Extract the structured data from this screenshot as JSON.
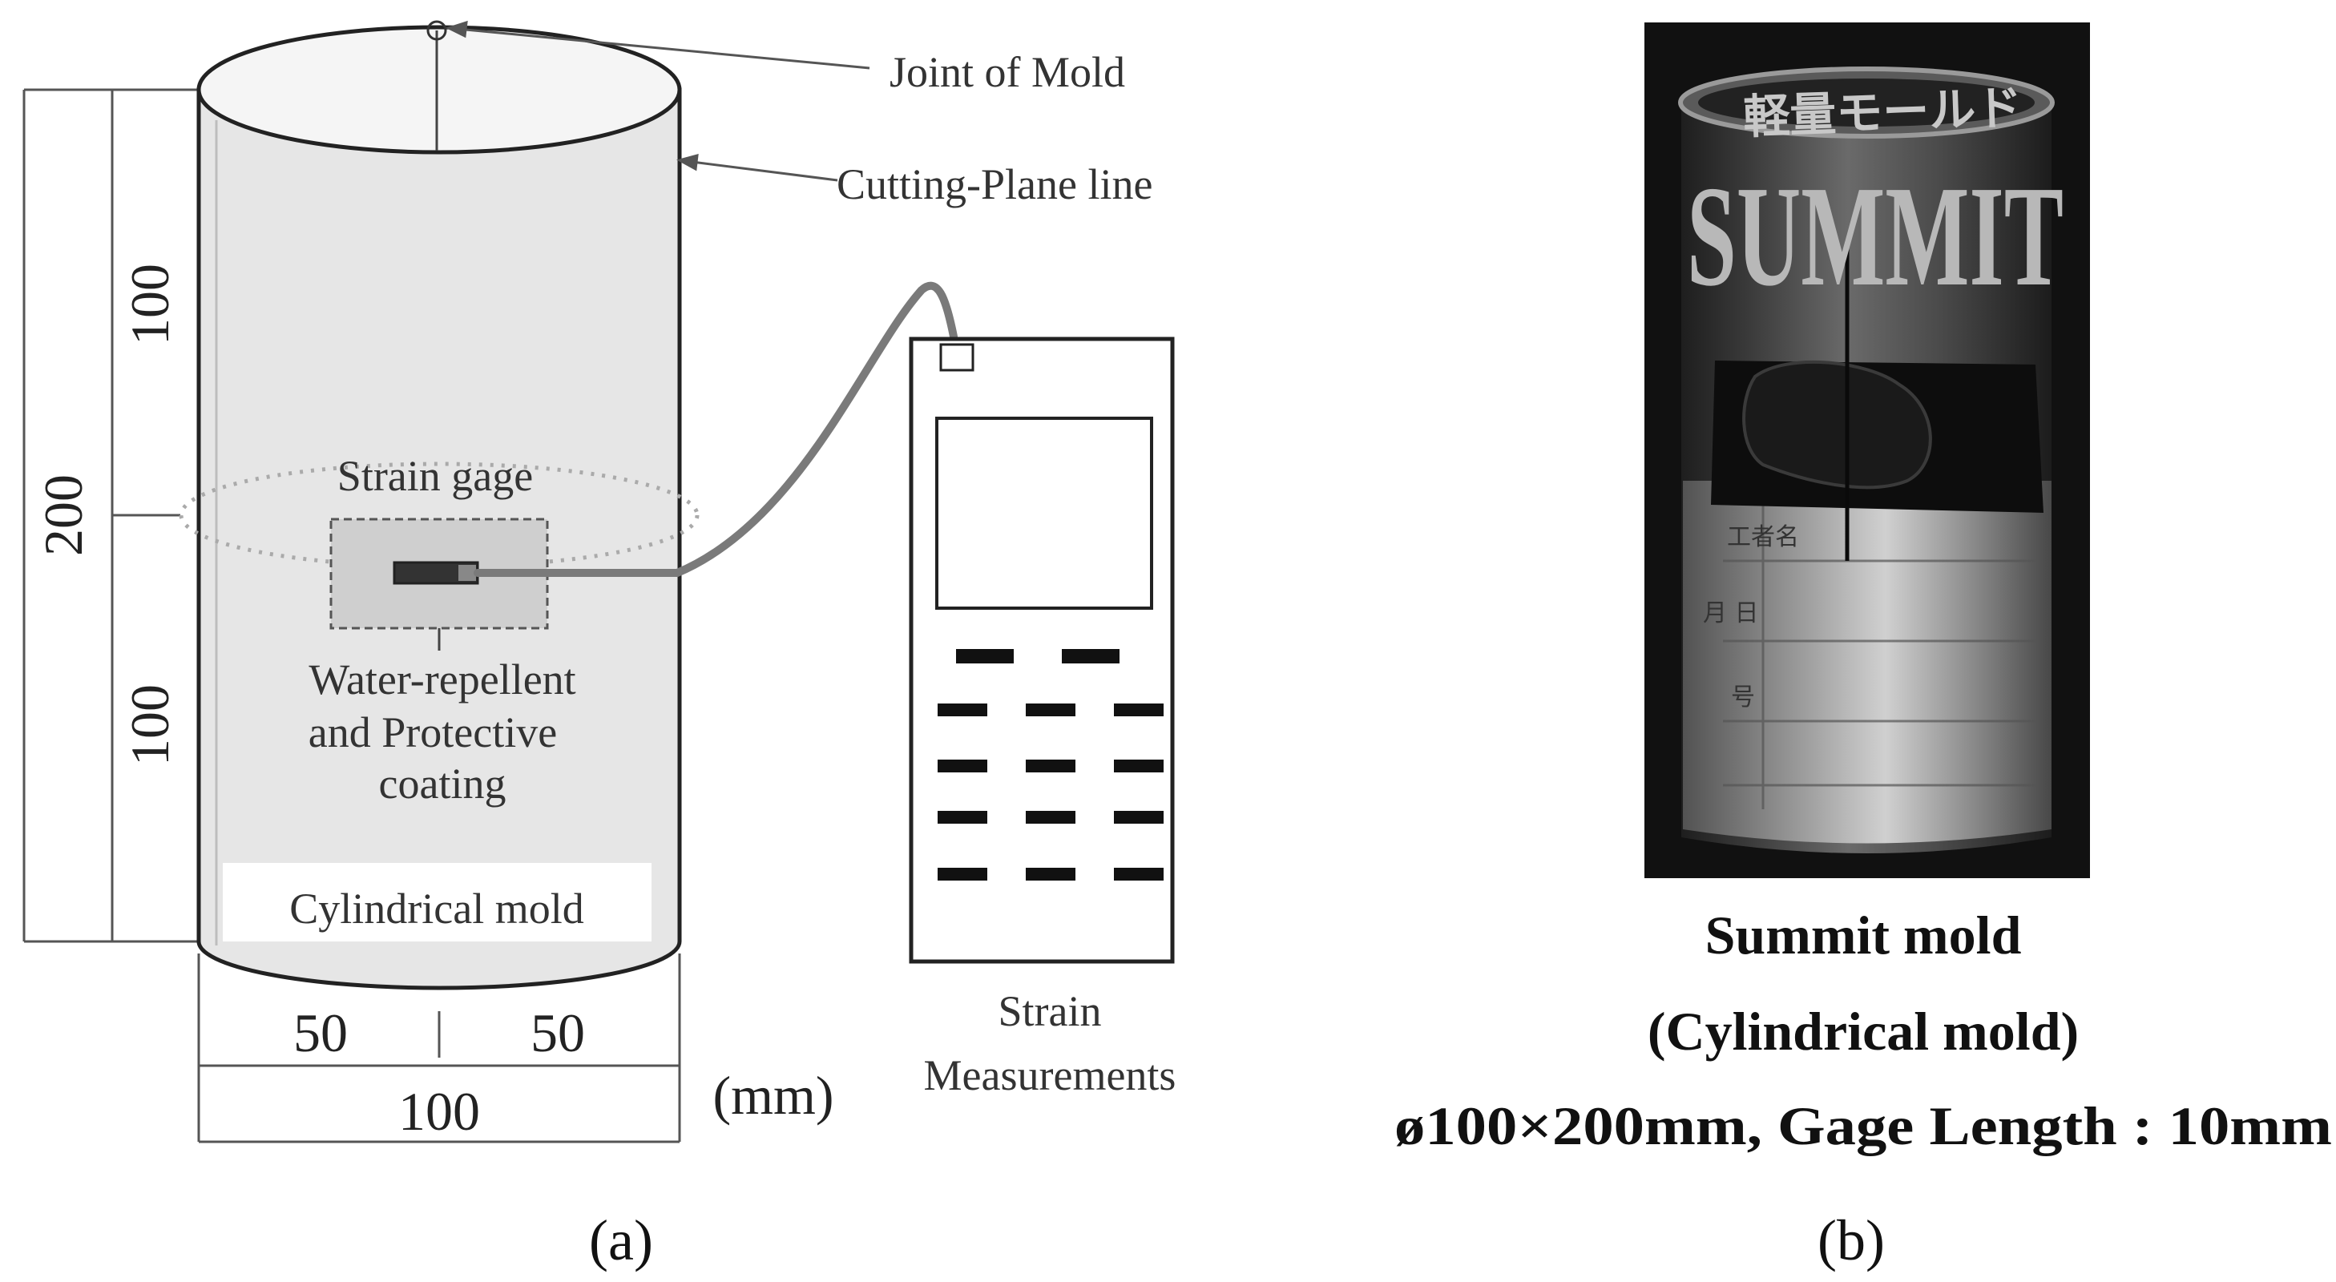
{
  "panel_a": {
    "callouts": {
      "joint_of_mold": "Joint of Mold",
      "cutting_plane_line": "Cutting-Plane line",
      "strain_gage": "Strain gage",
      "coating_line1": "Water-repellent",
      "coating_line2": "and Protective",
      "coating_line3": "coating",
      "mold_label": "Cylindrical mold",
      "device_line1": "Strain",
      "device_line2": "Measurements"
    },
    "dimensions": {
      "total_height": "200",
      "upper_half": "100",
      "lower_half": "100",
      "left_radius": "50",
      "right_radius": "50",
      "diameter": "100",
      "unit": "(mm)"
    },
    "caption": "(a)"
  },
  "panel_b": {
    "photo_text": {
      "japanese_label": "軽量モールド",
      "brand": "SUMMIT",
      "field_1": "工者名",
      "field_2": "月 日",
      "field_3": "号"
    },
    "title_line1": "Summit mold",
    "title_line2": "(Cylindrical mold)",
    "spec_line": "ø100×200mm, Gage Length : 10mm",
    "caption": "(b)"
  },
  "colors": {
    "mold_fill": "#e6e6e6",
    "coating_fill": "#cfcfcf",
    "cable": "#7a7a7a",
    "photo_dark": "#2a2a2a"
  }
}
